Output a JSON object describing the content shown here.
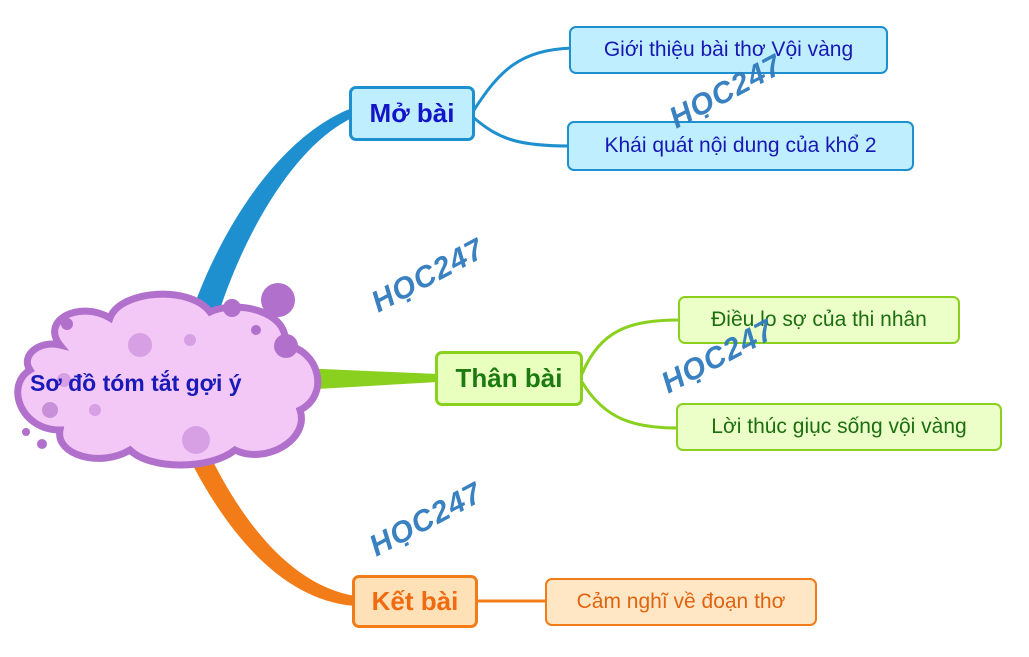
{
  "center": {
    "label": "Sơ đồ tóm tắt gợi ý"
  },
  "branches": [
    {
      "label": "Mở bài",
      "color": "#1e8fcf",
      "children": [
        "Giới thiệu bài thơ Vội vàng",
        "Khái quát nội dung của khổ 2"
      ]
    },
    {
      "label": "Thân bài",
      "color": "#8ad01e",
      "children": [
        "Điều lo sợ của thi nhân",
        "Lời thúc giục sống vội vàng"
      ]
    },
    {
      "label": "Kết bài",
      "color": "#f27c18",
      "children": [
        "Cảm nghĩ về đoạn thơ"
      ]
    }
  ],
  "watermark": "HỌC247",
  "colors": {
    "cloud_fill": "#f4c8f6",
    "cloud_border": "#b070cc",
    "watermark": "#2f7bbd"
  }
}
